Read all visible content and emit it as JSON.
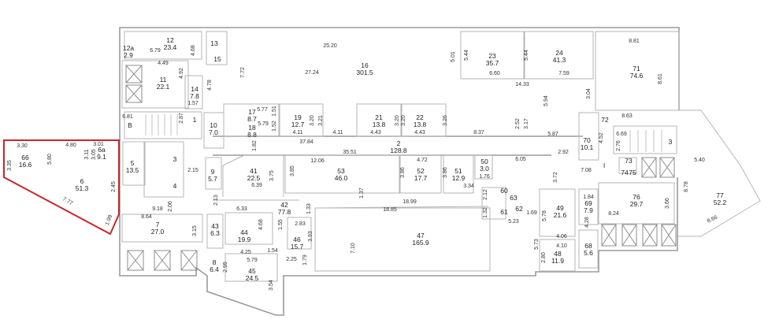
{
  "plan": {
    "highlight_color": "#c8262c",
    "rooms": [
      {
        "num": "12a",
        "area": "2.9"
      },
      {
        "num": "12",
        "area": "23.4"
      },
      {
        "num": "11",
        "area": "22.1"
      },
      {
        "num": "14",
        "area": "7.8"
      },
      {
        "num": "13",
        "area": ""
      },
      {
        "num": "15",
        "area": ""
      },
      {
        "num": "1",
        "area": ""
      },
      {
        "num": "B",
        "area": ""
      },
      {
        "num": "10",
        "area": "7.0"
      },
      {
        "num": "17",
        "area": "8.7"
      },
      {
        "num": "18",
        "area": "8.8"
      },
      {
        "num": "19",
        "area": "12.7"
      },
      {
        "num": "16",
        "area": "301.5"
      },
      {
        "num": "21",
        "area": "13.8"
      },
      {
        "num": "22",
        "area": "13.8"
      },
      {
        "num": "23",
        "area": "35.7"
      },
      {
        "num": "24",
        "area": "41.3"
      },
      {
        "num": "71",
        "area": "74.6"
      },
      {
        "num": "70",
        "area": "10.1"
      },
      {
        "num": "72",
        "area": ""
      },
      {
        "num": "3",
        "area": ""
      },
      {
        "num": "2",
        "area": "128.8"
      },
      {
        "num": "66",
        "area": "16.6"
      },
      {
        "num": "6a",
        "area": "9.1"
      },
      {
        "num": "6",
        "area": "51.3"
      },
      {
        "num": "5",
        "area": "13.5"
      },
      {
        "num": "3",
        "area": ""
      },
      {
        "num": "4",
        "area": ""
      },
      {
        "num": "9",
        "area": "5.7"
      },
      {
        "num": "41",
        "area": "22.5"
      },
      {
        "num": "53",
        "area": "46.0"
      },
      {
        "num": "52",
        "area": "17.7"
      },
      {
        "num": "51",
        "area": "12.9"
      },
      {
        "num": "50",
        "area": "3.0"
      },
      {
        "num": "73",
        "area": ""
      },
      {
        "num": "74",
        "area": ""
      },
      {
        "num": "75",
        "area": ""
      },
      {
        "num": "76",
        "area": "29.7"
      },
      {
        "num": "77",
        "area": "52.2"
      },
      {
        "num": "42",
        "area": "77.8"
      },
      {
        "num": "7",
        "area": "27.0"
      },
      {
        "num": "43",
        "area": "6.3"
      },
      {
        "num": "44",
        "area": "19.9"
      },
      {
        "num": "46",
        "area": "15.7"
      },
      {
        "num": "47",
        "area": "165.9"
      },
      {
        "num": "60",
        "area": ""
      },
      {
        "num": "61",
        "area": ""
      },
      {
        "num": "62",
        "area": ""
      },
      {
        "num": "63",
        "area": ""
      },
      {
        "num": "49",
        "area": "21.6"
      },
      {
        "num": "69",
        "area": "7.9"
      },
      {
        "num": "48",
        "area": "11.9"
      },
      {
        "num": "68",
        "area": "5.6"
      },
      {
        "num": "8",
        "area": "6.4"
      },
      {
        "num": "45",
        "area": "24.5"
      },
      {
        "num": "I",
        "area": ""
      }
    ],
    "dimensions": [
      "3.30",
      "4.80",
      "3.01",
      "3.35",
      "5.80",
      "3.11",
      "3.05",
      "2.45",
      "7.77",
      "1.99",
      "6.81",
      "2.87",
      "4.49",
      "6.79",
      "4.68",
      "4.92",
      "1.57",
      "4.78",
      "7.72",
      "5.77",
      "5.79",
      "1.51",
      "1.52",
      "1.82",
      "25.20",
      "27.24",
      "3.20",
      "3.21",
      "4.11",
      "4.11",
      "4.43",
      "4.43",
      "3.20",
      "3.20",
      "3.26",
      "8.37",
      "37.84",
      "35.51",
      "5.01",
      "5.44",
      "6.60",
      "5.44",
      "7.59",
      "14.33",
      "5.94",
      "3.04",
      "2.52",
      "3.17",
      "5.87",
      "8.81",
      "8.61",
      "8.63",
      "4.52",
      "6.69",
      "2.76",
      "2.92",
      "2.15",
      "12.06",
      "3.85",
      "3.75",
      "6.39",
      "4.72",
      "3.86",
      "3.86",
      "6.05",
      "3.34",
      "1.76",
      "3.72",
      "7.08",
      "5.40",
      "1.37",
      "18.99",
      "18.85",
      "2.12",
      "1.32",
      "5.23",
      "1.69",
      "5.78",
      "1.84",
      "4.28",
      "8.24",
      "3.66",
      "8.78",
      "8.66",
      "9.18",
      "2.06",
      "8.64",
      "2.13",
      "3.15",
      "6.33",
      "4.68",
      "1.33",
      "1.55",
      "2.83",
      "3.93",
      "7.10",
      "4.25",
      "5.79",
      "1.54",
      "2.25",
      "1.79",
      "2.95",
      "3.54",
      "5.73",
      "4.06",
      "4.10",
      "2.80"
    ]
  }
}
